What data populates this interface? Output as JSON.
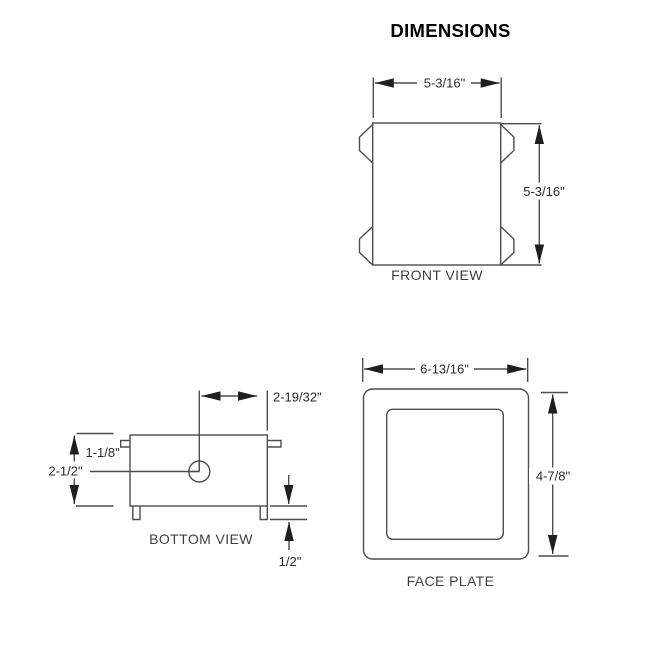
{
  "title": "DIMENSIONS",
  "colors": {
    "line": "#4d4d4d",
    "arrow": "#1f1f1f",
    "text": "#2b2b2b",
    "title": "#000000",
    "background": "#ffffff"
  },
  "front_view": {
    "label": "FRONT VIEW",
    "width_dim": "5-3/16\"",
    "height_dim": "5-3/16\""
  },
  "bottom_view": {
    "label": "BOTTOM VIEW",
    "hole_offset_dim": "2-19/32\"",
    "top_to_hole_dim": "1-1/8\"",
    "depth_dim": "2-1/2\"",
    "foot_height_dim": "1/2\""
  },
  "face_plate": {
    "label": "FACE PLATE",
    "width_dim": "6-13/16\"",
    "height_dim": "4-7/8\""
  }
}
